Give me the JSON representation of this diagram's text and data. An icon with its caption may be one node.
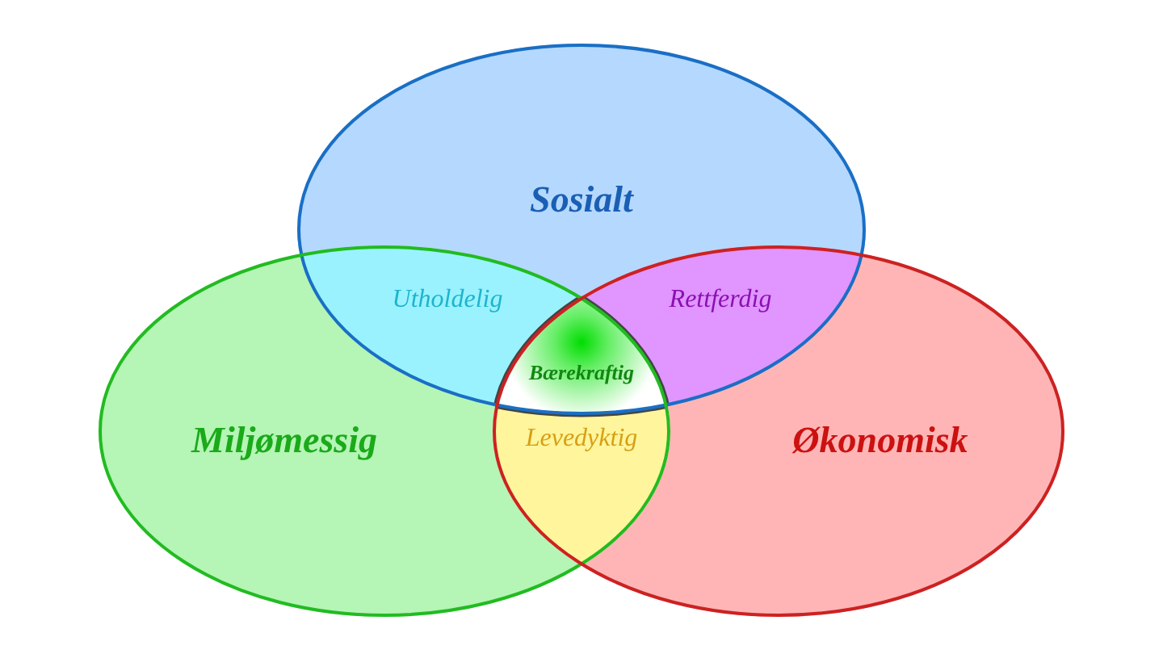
{
  "diagram": {
    "nodes": [
      {
        "text": [
          "Sosialt"
        ]
      },
      {
        "text": [
          "Miljømessig"
        ]
      },
      {
        "text": [
          "Økonomisk"
        ]
      }
    ],
    "labels": [
      "Utholdelig",
      "Rettferdig",
      "Bærekraftig",
      "Levedyktig"
    ]
  }
}
